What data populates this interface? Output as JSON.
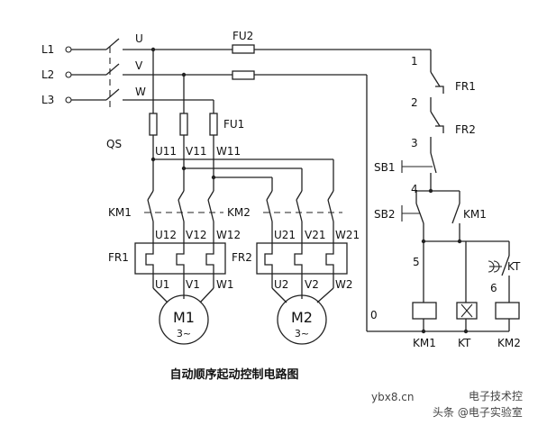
{
  "title": "自动顺序起动控制电路图",
  "labels": {
    "L1": "L1",
    "L2": "L2",
    "L3": "L3",
    "QS": "QS",
    "U": "U",
    "V": "V",
    "W": "W",
    "FU1": "FU1",
    "FU2": "FU2",
    "U11": "U11",
    "V11": "V11",
    "W11": "W11",
    "KM1_main": "KM1",
    "KM2_main": "KM2",
    "U12": "U12",
    "V12": "V12",
    "W12": "W12",
    "U21": "U21",
    "V21": "V21",
    "W21": "W21",
    "FR1_main": "FR1",
    "FR2_main": "FR2",
    "U1": "U1",
    "V1": "V1",
    "W1": "W1",
    "U2": "U2",
    "V2": "V2",
    "W2": "W2",
    "M1": "M1",
    "M2": "M2",
    "M_phase": "3~",
    "n1": "1",
    "n2": "2",
    "n3": "3",
    "n4": "4",
    "n5": "5",
    "n6": "6",
    "n0": "0",
    "FR1_ctrl": "FR1",
    "FR2_ctrl": "FR2",
    "SB1": "SB1",
    "SB2": "SB2",
    "KM1_aux": "KM1",
    "KT_contact": "KT",
    "coil_KM1": "KM1",
    "coil_KT": "KT",
    "coil_KM2": "KM2"
  },
  "watermark": {
    "site": "ybx8.cn",
    "source": "电子技术控",
    "platform": "头条 @电子实验室"
  }
}
